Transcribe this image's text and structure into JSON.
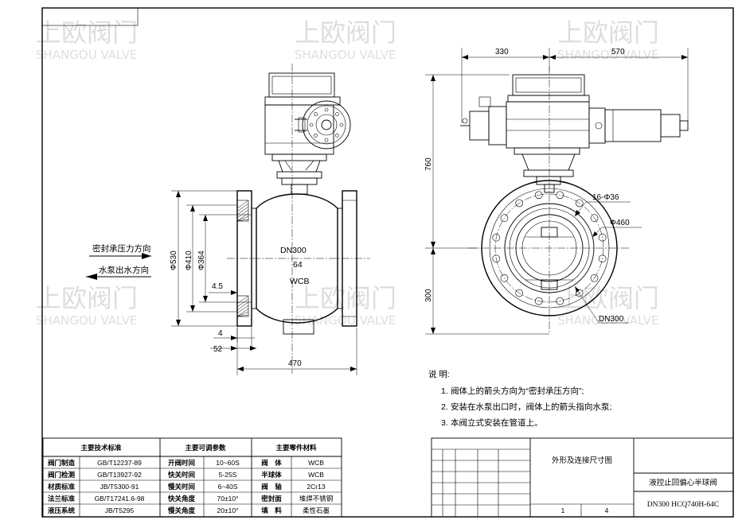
{
  "watermark": {
    "cn": "上欧阀门",
    "en": "SHANGOU VALVE"
  },
  "front_view": {
    "label_seal": "密封承压力方向",
    "label_pump": "水泵出水方向",
    "body_dn": "DN300",
    "body_pn": "64",
    "body_material": "WCB",
    "dims": {
      "d530": "Φ530",
      "d410": "Φ410",
      "d364": "Φ364",
      "d4_5": "4.5",
      "d4": "4",
      "d52": "52",
      "d470": "470"
    }
  },
  "side_view": {
    "dims": {
      "d330": "330",
      "d570": "570",
      "d760": "760",
      "d300": "300",
      "holes": "16-Φ36",
      "d460": "Φ460",
      "dn": "DN300"
    }
  },
  "notes": {
    "heading": "说 明:",
    "items": [
      {
        "num": "1.",
        "text": "阀体上的箭头方向为“密封承压方向”;"
      },
      {
        "num": "2.",
        "text": "安装在水泵出口时，阀体上的箭头指向水泵;"
      },
      {
        "num": "3.",
        "text": "本阀立式安装在管道上。"
      }
    ]
  },
  "specs": {
    "headers": [
      "主要技术标准",
      "主要可调参数",
      "主要零件材料"
    ],
    "rows": [
      [
        "阀门制造",
        "GB/T12237-89",
        "开阀时间",
        "10~60S",
        "阀　体",
        "WCB"
      ],
      [
        "阀门检测",
        "GB/T13927-92",
        "快关时间",
        "5-25S",
        "半球体",
        "WCB"
      ],
      [
        "材质标准",
        "JB/T5300-91",
        "慢关时间",
        "6~40S",
        "阀　轴",
        "2Cr13"
      ],
      [
        "法兰标准",
        "GB/T17241.6-98",
        "快关角度",
        "70±10°",
        "密封面",
        "堆焊不锈钢"
      ],
      [
        "液压系统",
        "JB/T5295",
        "慢关角度",
        "20±10°",
        "填　料",
        "柔性石墨"
      ]
    ]
  },
  "title_block": {
    "drawing_type": "外形及连接尺寸图",
    "product_name": "液控止回偏心半球阀",
    "model": "DN300 HCQ740H-64C",
    "sheet": "1",
    "total": "4"
  }
}
